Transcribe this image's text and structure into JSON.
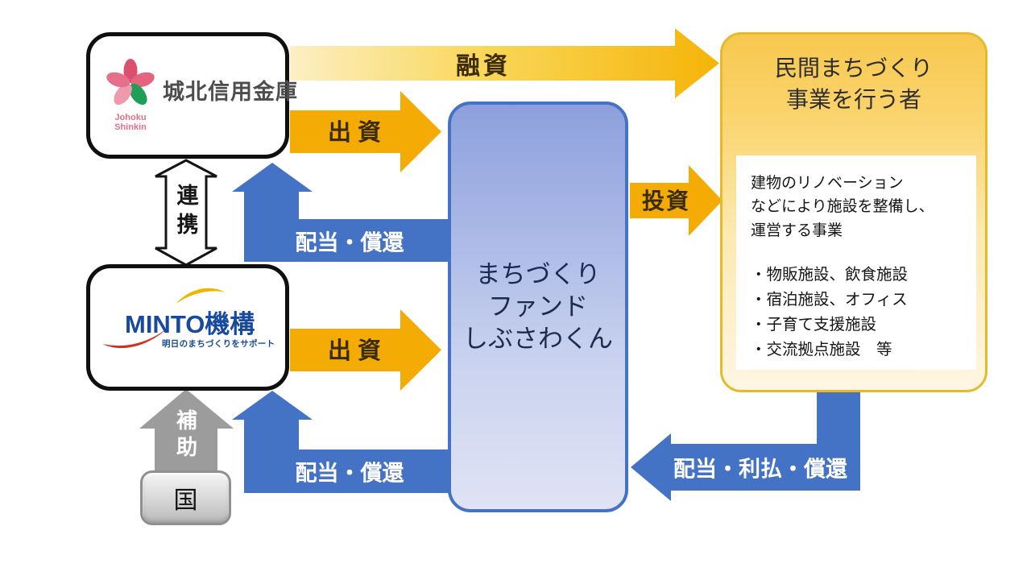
{
  "diagram": {
    "colors": {
      "gold": "#F4AC05",
      "gold_fade_start": "#FCEFC4",
      "gold_fade_end": "#F5B408",
      "blue": "#4472C4",
      "gray_arrow": "#9C9C9C",
      "fund_box_border": "#4472C4",
      "operator_box_border": "#E5BA2A",
      "minto_blue": "#17499E",
      "johoku_pink": "#E0718B"
    },
    "nodes": {
      "johoku": {
        "label": "城北信用金庫",
        "logo_line1": "Johoku",
        "logo_line2": "Shinkin"
      },
      "minto": {
        "label": "MINTO機構",
        "tagline": "明日のまちづくりをサポート"
      },
      "fund": {
        "label_line1": "まちづくり",
        "label_line2": "ファンド",
        "label_line3": "しぶさわくん"
      },
      "operator": {
        "title_line1": "民間まちづくり",
        "title_line2": "事業を行う者",
        "description": [
          "建物のリノベーション",
          "などにより施設を整備し、",
          "運営する事業"
        ],
        "bullets": [
          "・物販施設、飲食施設",
          "・宿泊施設、オフィス",
          "・子育て支援施設",
          "・交流拠点施設　等"
        ]
      },
      "government": {
        "label": "国"
      }
    },
    "arrows": {
      "yushi": "融資",
      "shusshi_johoku": "出資",
      "shusshi_minto": "出資",
      "toshi": "投資",
      "haito_johoku": "配当・償還",
      "haito_minto": "配当・償還",
      "haito_operator": "配当・利払・償還",
      "renkei": "連携",
      "hojo": "補助"
    }
  }
}
